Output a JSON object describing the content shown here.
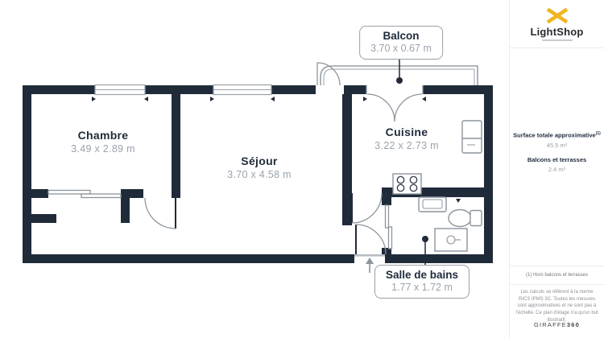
{
  "plan": {
    "rooms": [
      {
        "name": "Chambre",
        "dims": "3.49 x 2.89 m"
      },
      {
        "name": "Séjour",
        "dims": "3.70 x 4.58 m"
      },
      {
        "name": "Cuisine",
        "dims": "3.22 x 2.73 m"
      }
    ],
    "balcony": {
      "name": "Balcon",
      "dims": "3.70 x 0.67 m"
    },
    "bathroom": {
      "name": "Salle de bains",
      "dims": "1.77 x 1.72 m"
    }
  },
  "sidebar": {
    "brand": "LightShop",
    "surface_label": "Surface totale approximative",
    "surface_sup": "(1)",
    "surface_value": "45.5 m²",
    "balcony_label": "Balcons et terrasses",
    "balcony_value": "2.4 m²",
    "footnote": "(1) Hors balcons et terrasses",
    "disclaimer": "Les calculs se réfèrent à la norme RICS IPMS 3C. Toutes les mesures sont approximatives et ne sont pas à l'échelle. Ce plan d'étage n'a qu'un but illustratif.",
    "powered_by_light": "GIRAFFE",
    "powered_by_bold": "360"
  },
  "colors": {
    "wall": "#202b3a",
    "fixture": "#8c949c",
    "accent_yellow": "#f0b521",
    "dim_text": "#9aa3ad"
  }
}
